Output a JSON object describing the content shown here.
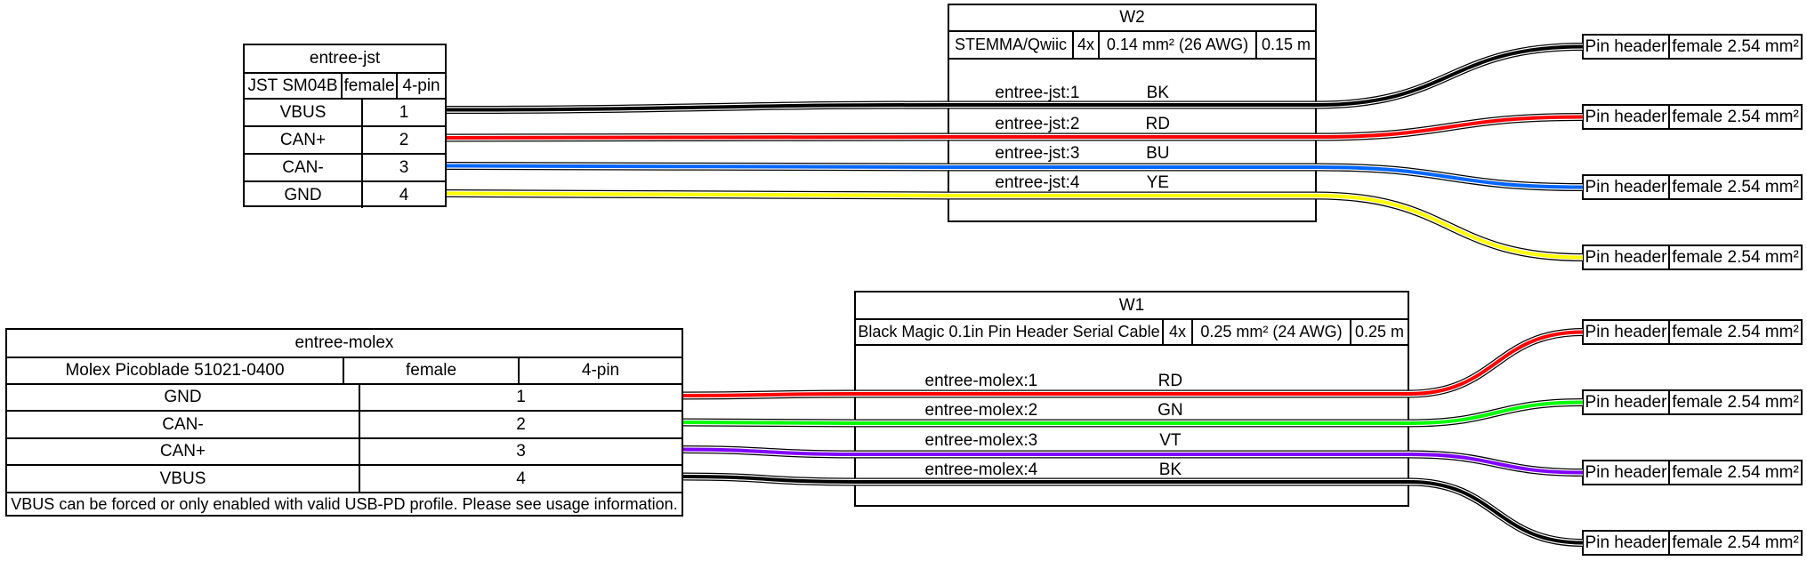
{
  "style": {
    "background": "#ffffff",
    "border_color": "#000000",
    "wire_outline": "#000000",
    "wire_separator": "#ffffff"
  },
  "connectors": {
    "entree_jst": {
      "title": "entree-jst",
      "type": "JST SM04B",
      "gender": "female",
      "pincount": "4-pin",
      "pins": [
        {
          "name": "VBUS",
          "number": "1"
        },
        {
          "name": "CAN+",
          "number": "2"
        },
        {
          "name": "CAN-",
          "number": "3"
        },
        {
          "name": "GND",
          "number": "4"
        }
      ]
    },
    "entree_molex": {
      "title": "entree-molex",
      "type": "Molex Picoblade 51021-0400",
      "gender": "female",
      "pincount": "4-pin",
      "pins": [
        {
          "name": "GND",
          "number": "1"
        },
        {
          "name": "CAN-",
          "number": "2"
        },
        {
          "name": "CAN+",
          "number": "3"
        },
        {
          "name": "VBUS",
          "number": "4"
        }
      ],
      "note": "VBUS can be forced or only enabled with valid USB-PD profile. Please see usage information."
    }
  },
  "cables": {
    "w2": {
      "title": "W2",
      "type": "STEMMA/Qwiic",
      "wirecount": "4x",
      "gauge": "0.14 mm² (26 AWG)",
      "length": "0.15 m",
      "wires": [
        {
          "label": "entree-jst:1",
          "color_code": "BK",
          "color": "#000000"
        },
        {
          "label": "entree-jst:2",
          "color_code": "RD",
          "color": "#ff0000"
        },
        {
          "label": "entree-jst:3",
          "color_code": "BU",
          "color": "#0066ff"
        },
        {
          "label": "entree-jst:4",
          "color_code": "YE",
          "color": "#ffff00"
        }
      ]
    },
    "w1": {
      "title": "W1",
      "type": "Black Magic 0.1in Pin Header Serial Cable",
      "wirecount": "4x",
      "gauge": "0.25 mm² (24 AWG)",
      "length": "0.25 m",
      "wires": [
        {
          "label": "entree-molex:1",
          "color_code": "RD",
          "color": "#ff0000"
        },
        {
          "label": "entree-molex:2",
          "color_code": "GN",
          "color": "#00ff00"
        },
        {
          "label": "entree-molex:3",
          "color_code": "VT",
          "color": "#8000ff"
        },
        {
          "label": "entree-molex:4",
          "color_code": "BK",
          "color": "#000000"
        }
      ]
    }
  },
  "pin_headers": {
    "label": "Pin header",
    "spec": "female 2.54 mm²"
  }
}
